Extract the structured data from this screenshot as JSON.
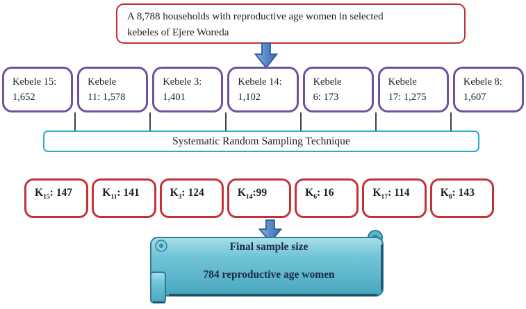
{
  "colors": {
    "red_border": "#c03031",
    "purple_border": "#6f51a1",
    "cyan_border": "#2aa9d4",
    "connector_line": "#404040",
    "arrow_blue": "#4a7fc1",
    "arrow_blue_dark": "#2a5a9e",
    "scroll_teal_light": "#aadfe9",
    "scroll_teal_dark": "#48a6bf",
    "scroll_edge_dark": "#1b4f63",
    "text": "#1c1c1c"
  },
  "top_box": {
    "lines": [
      "A 8,788 households with reproductive age women in selected",
      "kebeles of Ejere Woreda"
    ]
  },
  "kebele_boxes": [
    {
      "line1": "Kebele 15:",
      "line2": "1,652"
    },
    {
      "line1": "Kebele",
      "line2": "11: 1,578"
    },
    {
      "line1": "Kebele 3:",
      "line2": "1,401"
    },
    {
      "line1": "Kebele 14:",
      "line2": "1,102"
    },
    {
      "line1": "Kebele",
      "line2": "6: 173"
    },
    {
      "line1": "Kebele",
      "line2": "17: 1,275"
    },
    {
      "line1": "Kebele 8:",
      "line2": "1,607"
    }
  ],
  "sampling_box": {
    "label": "Systematic Random Sampling Technique"
  },
  "sample_boxes": [
    {
      "k": "K",
      "sub": "15",
      "rest": ": 147"
    },
    {
      "k": "K",
      "sub": "11",
      "rest": ": 141"
    },
    {
      "k": "K",
      "sub": "3",
      "rest": ": 124"
    },
    {
      "k": "K",
      "sub": "14",
      "rest": ":99"
    },
    {
      "k": "K",
      "sub": "6",
      "rest": ": 16"
    },
    {
      "k": "K",
      "sub": "17",
      "rest": ": 114"
    },
    {
      "k": "K",
      "sub": "8",
      "rest": ": 143"
    }
  ],
  "final_scroll": {
    "line1": "Final sample size",
    "line2": "784 reproductive age women"
  }
}
